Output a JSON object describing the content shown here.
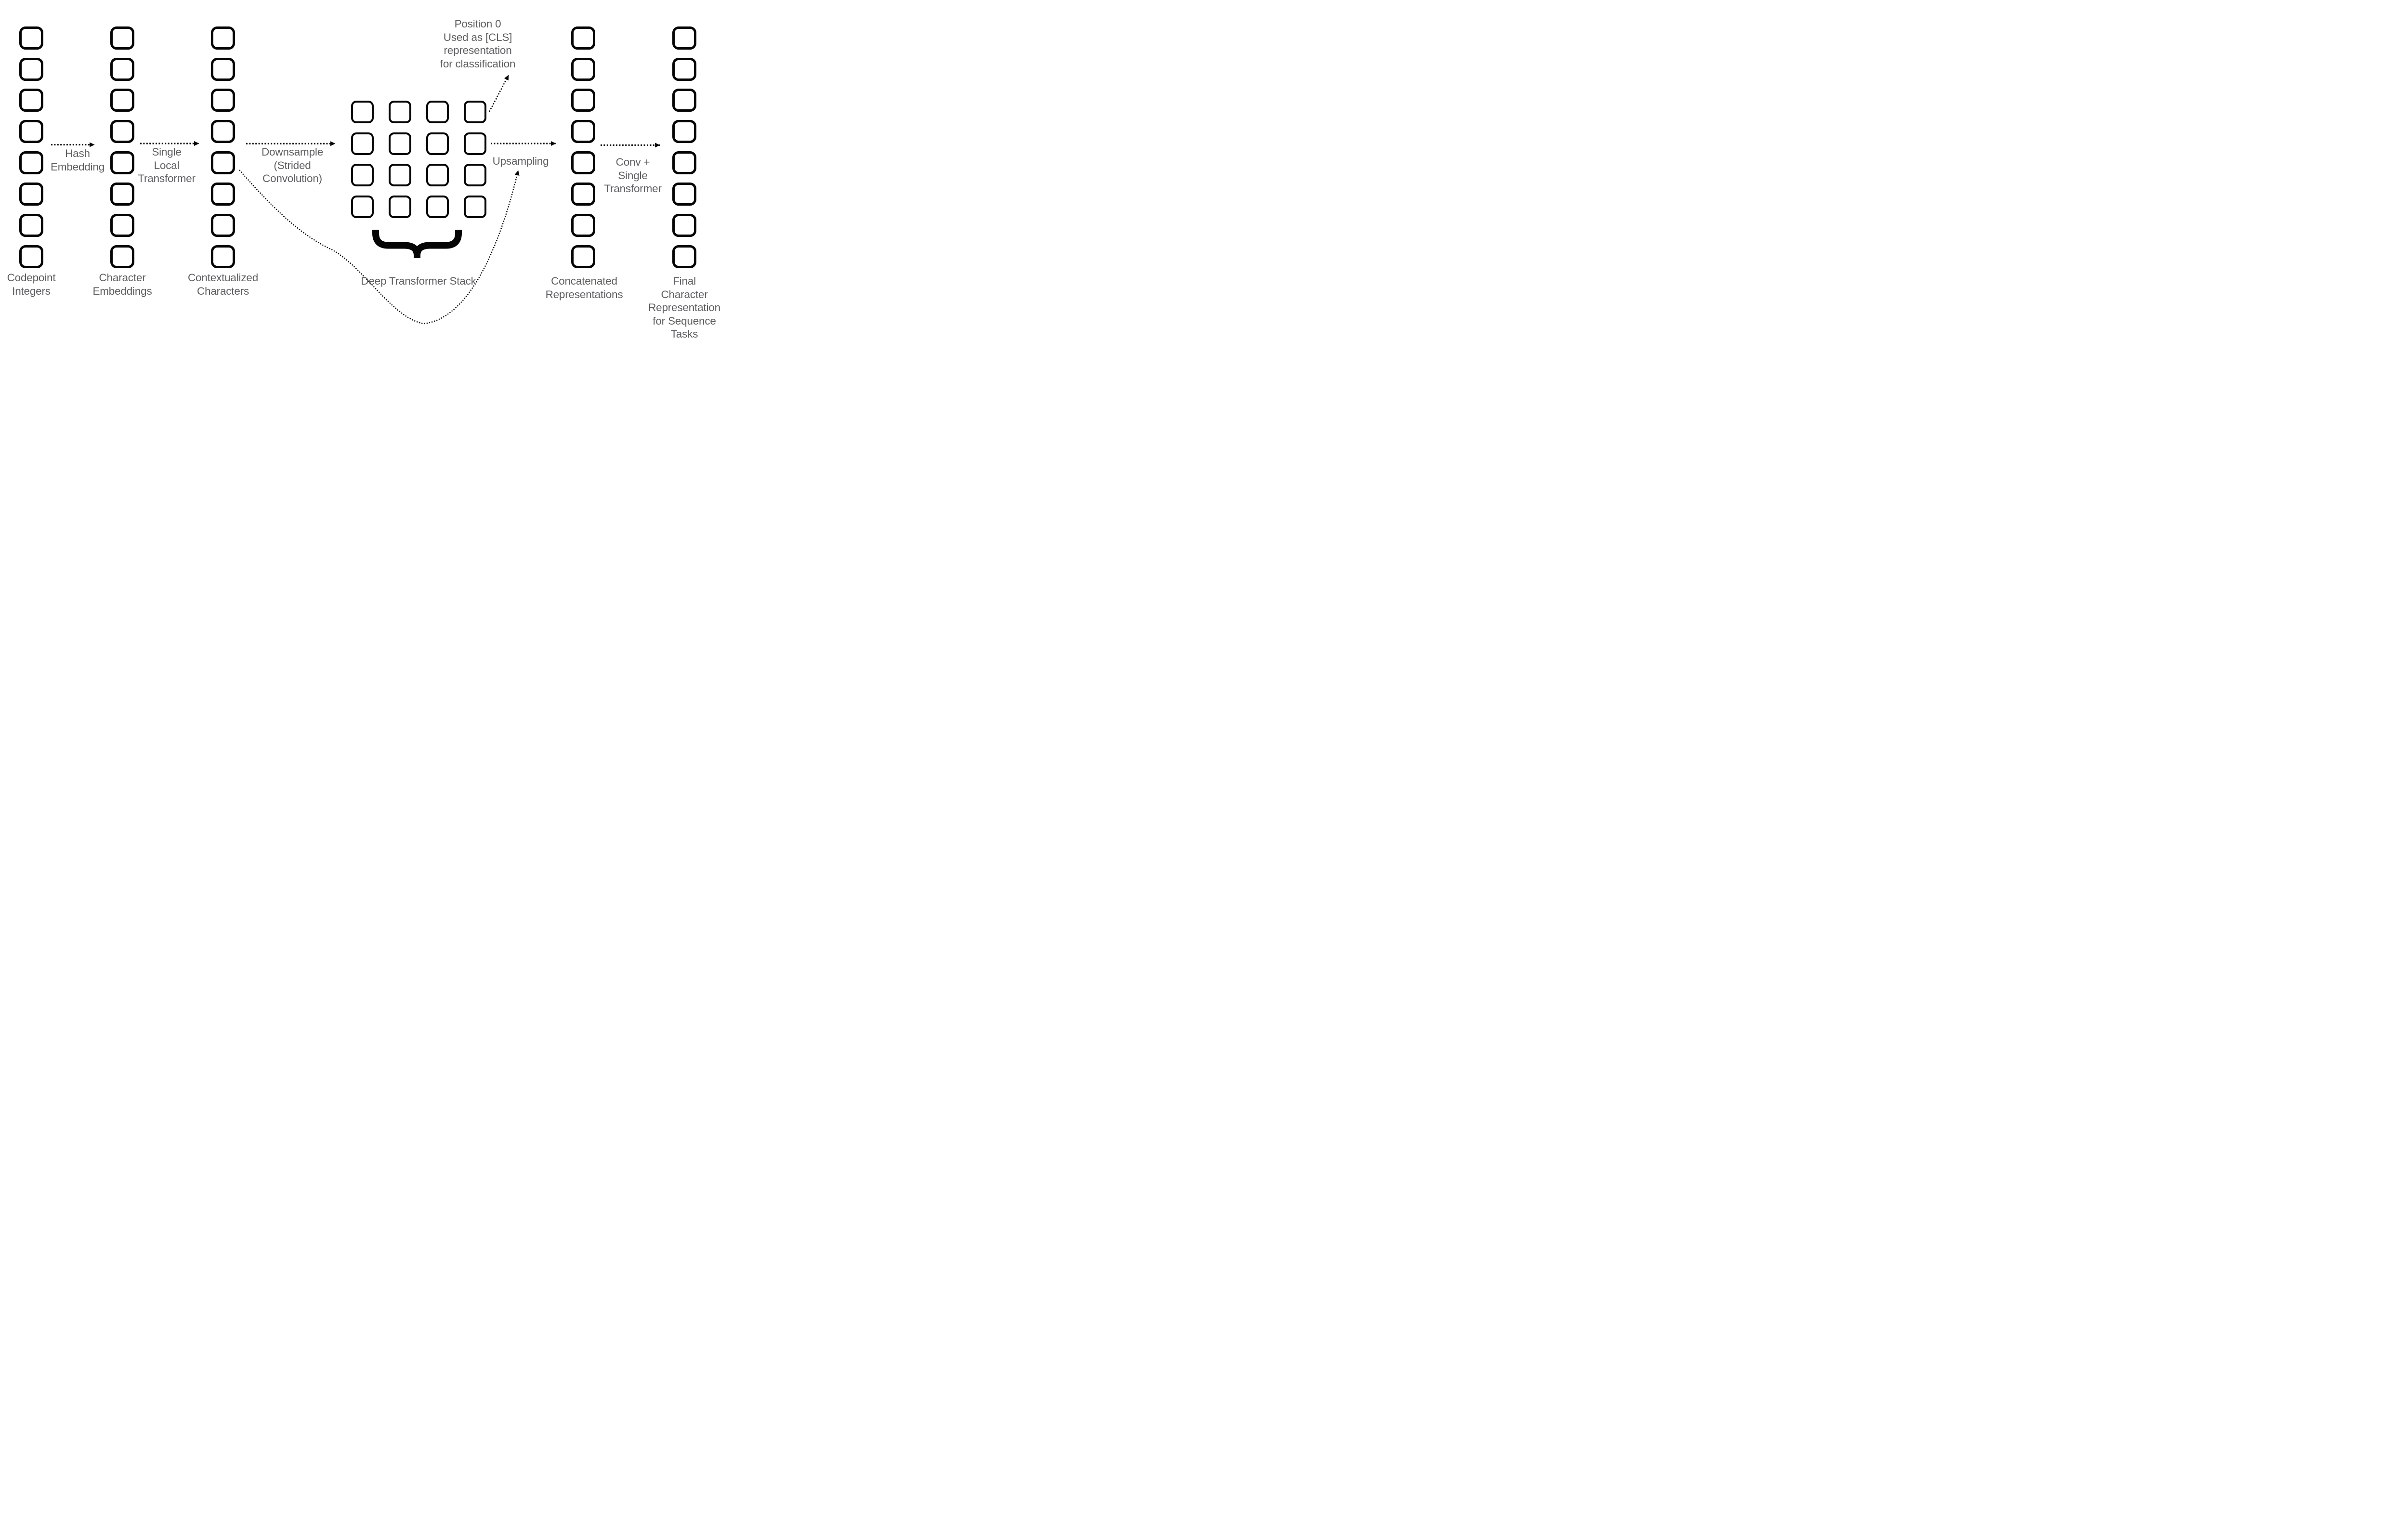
{
  "labels": {
    "codepoint": "Codepoint\nIntegers",
    "character": "Character\nEmbeddings",
    "contextualized": "Contextualized\nCharacters",
    "deep_stack": "Deep Transformer Stack",
    "concatenated": "Concatenated\nRepresentations",
    "final": "Final\nCharacter\nRepresentation\nfor Sequence Tasks",
    "hash": "Hash\nEmbedding",
    "single_local": "Single\nLocal\nTransformer",
    "downsample": "Downsample\n(Strided\nConvolution)",
    "upsampling": "Upsampling",
    "conv_single": "Conv +\nSingle\nTransformer",
    "cls": "Position 0\nUsed as [CLS]\nrepresentation\nfor classification"
  },
  "structure": {
    "columns": [
      {
        "name": "codepoint-integers",
        "boxes": 8
      },
      {
        "name": "character-embeddings",
        "boxes": 8
      },
      {
        "name": "contextualized-characters",
        "boxes": 8
      },
      {
        "name": "concatenated-representations",
        "boxes": 8
      },
      {
        "name": "final-character-representation",
        "boxes": 8
      }
    ],
    "grid": {
      "rows": 4,
      "cols": 4
    }
  },
  "colors": {
    "text": "#5d5e60",
    "line": "#050505",
    "box_fill": "#ffffff"
  }
}
